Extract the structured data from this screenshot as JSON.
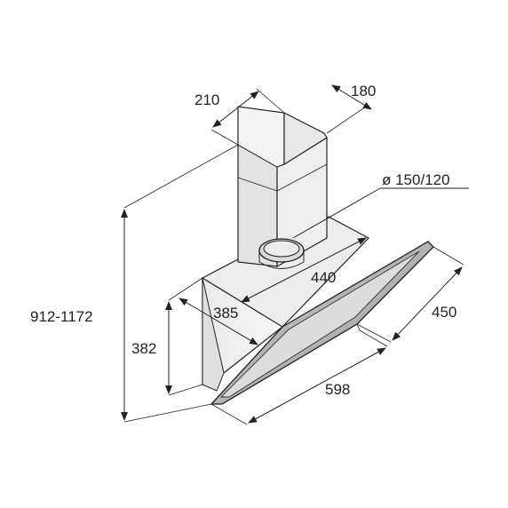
{
  "dimensions": {
    "chimney_depth": "210",
    "chimney_width": "180",
    "outlet_diameter": "ø 150/120",
    "total_height": "912-1172",
    "body_height": "382",
    "body_depth": "385",
    "top_width": "440",
    "glass_depth": "450",
    "overall_width": "598"
  },
  "colors": {
    "line": "#222222",
    "panel_light": "#f2f2f2",
    "panel_mid": "#e4e4e4",
    "panel_dark": "#d4d4d4",
    "glass_frame": "#bfbfbf",
    "glass_inner": "#dcdcdc"
  }
}
